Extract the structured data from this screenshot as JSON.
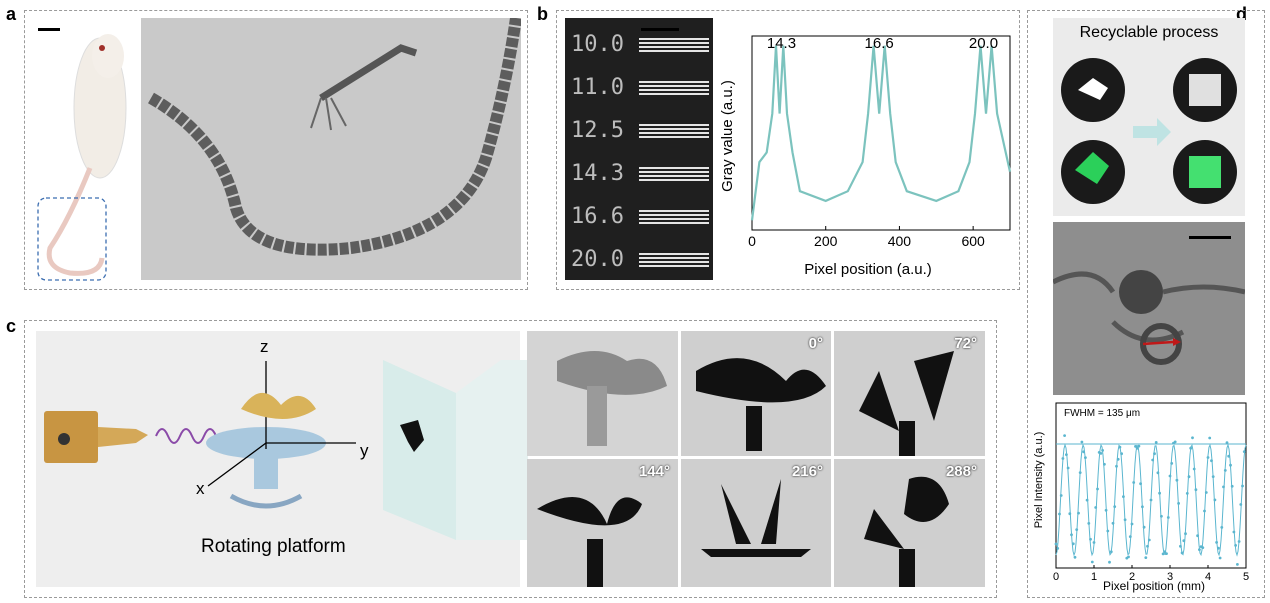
{
  "panels": {
    "a": "a",
    "b": "b",
    "c": "c",
    "d": "d"
  },
  "panel_b": {
    "ruler_labels": [
      "10.0",
      "11.0",
      "12.5",
      "14.3",
      "16.6",
      "20.0"
    ],
    "chart_data": {
      "type": "line",
      "xlabel": "Pixel position (a.u.)",
      "ylabel": "Gray value (a.u.)",
      "xlim": [
        0,
        700
      ],
      "x_ticks": [
        "0",
        "200",
        "400",
        "600"
      ],
      "annotations": [
        "14.3",
        "16.6",
        "20.0"
      ],
      "series": [
        {
          "values_note": "",
          "x": [
            0,
            20,
            40,
            55,
            65,
            75,
            85,
            95,
            110,
            130,
            200,
            260,
            300,
            315,
            330,
            345,
            360,
            375,
            390,
            420,
            500,
            560,
            590,
            605,
            620,
            635,
            650,
            665,
            700
          ],
          "y": [
            0.05,
            0.35,
            0.4,
            0.6,
            0.95,
            0.6,
            0.95,
            0.6,
            0.4,
            0.2,
            0.15,
            0.2,
            0.35,
            0.6,
            0.95,
            0.6,
            0.95,
            0.6,
            0.35,
            0.2,
            0.15,
            0.2,
            0.35,
            0.6,
            0.95,
            0.6,
            0.95,
            0.6,
            0.3
          ]
        }
      ],
      "grid": false
    }
  },
  "panel_c": {
    "axis_labels": {
      "z": "z",
      "y": "y",
      "x": "x"
    },
    "platform_label": "Rotating platform",
    "angles": [
      "0°",
      "72°",
      "144°",
      "216°",
      "288°"
    ]
  },
  "panel_d": {
    "title": "Recyclable process",
    "chart_data": {
      "type": "scatter",
      "xlabel": "Pixel position (mm)",
      "ylabel": "Pixel Intensity (a.u.)",
      "xlim": [
        0,
        5
      ],
      "x_ticks": [
        "0",
        "1",
        "2",
        "3",
        "4",
        "5"
      ],
      "annotation": "FWHM = 135 μm",
      "grid": false
    }
  },
  "colors": {
    "teal": "#7cc3be",
    "dashed": "#9a9a9a",
    "scatter": "#5bb6cf",
    "arrow": "#c01818"
  }
}
